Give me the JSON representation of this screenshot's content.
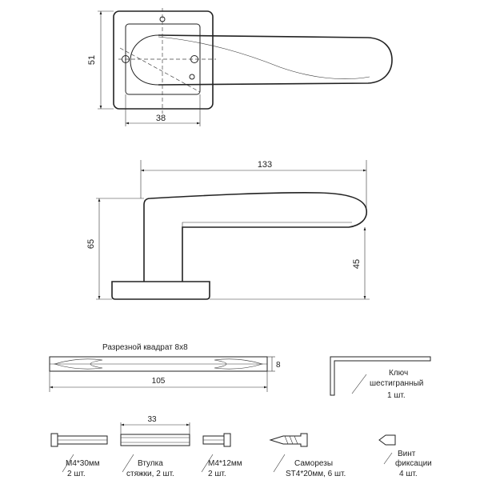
{
  "top_view": {
    "height_dim": "51",
    "width_dim": "38"
  },
  "side_view": {
    "length_dim": "133",
    "height_dim": "65",
    "lever_dim": "45"
  },
  "square_bar": {
    "title": "Разрезной квадрат 8x8",
    "thickness_dim": "8",
    "length_dim": "105"
  },
  "hex_key": {
    "line1": "Ключ",
    "line2": "шестигранный",
    "qty": "1 шт."
  },
  "bolt_m4_30": {
    "name": "М4*30мм",
    "qty": "2 шт."
  },
  "sleeve": {
    "length_dim": "33",
    "name": "Втулка",
    "qty": "стяжки, 2 шт."
  },
  "bolt_m4_12": {
    "name": "М4*12мм",
    "qty": "2 шт."
  },
  "self_tapping": {
    "name": "Саморезы",
    "qty": "ST4*20мм, 6 шт."
  },
  "set_screw": {
    "line1": "Винт",
    "line2": "фиксации",
    "qty": "4 шт."
  }
}
